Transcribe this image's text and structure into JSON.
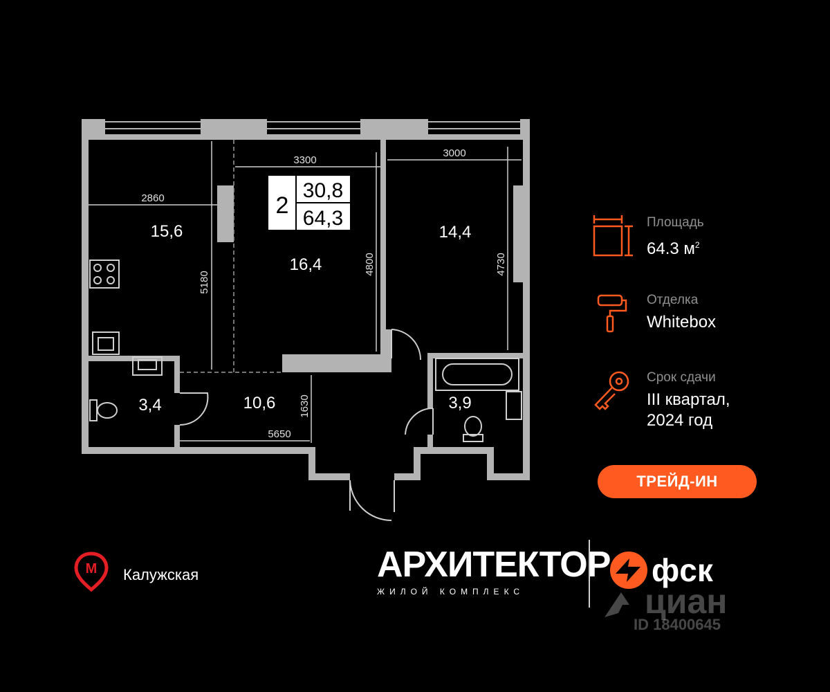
{
  "plan": {
    "rooms_count": "2",
    "living_area": "30,8",
    "total_area": "64,3",
    "rooms": [
      {
        "id": "kitchen",
        "area": "15,6"
      },
      {
        "id": "living",
        "area": "16,4"
      },
      {
        "id": "bedroom",
        "area": "14,4"
      },
      {
        "id": "wc",
        "area": "3,4"
      },
      {
        "id": "hall",
        "area": "10,6"
      },
      {
        "id": "bath",
        "area": "3,9"
      }
    ],
    "dims": [
      "3300",
      "3000",
      "2860",
      "5180",
      "4800",
      "4730",
      "1630",
      "5650"
    ]
  },
  "info": {
    "area_label": "Площадь",
    "area_value": "64.3 м",
    "area_sup": "2",
    "finish_label": "Отделка",
    "finish_value": "Whitebox",
    "deadline_label": "Срок сдачи",
    "deadline_value": "III квартал,\n2024 год"
  },
  "trade_in_label": "ТРЕЙД-ИН",
  "metro": {
    "name": "Калужская",
    "letter": "М"
  },
  "brand": {
    "name": "АРХИТЕКТОР",
    "subtitle": "ЖИЛОЙ КОМПЛЕКС"
  },
  "developer": {
    "name": "фск"
  },
  "watermark": {
    "name": "циан",
    "id": "ID 18400645"
  },
  "colors": {
    "accent": "#ff5a1f",
    "wall": "#b3b3b3",
    "background": "#000000",
    "label_bg": "#ffffff"
  }
}
